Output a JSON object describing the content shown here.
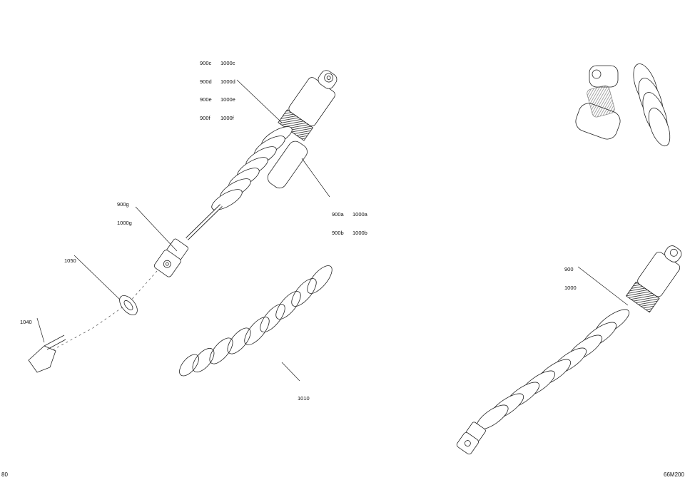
{
  "callouts": {
    "top_group_col1": [
      "900c",
      "900d",
      "900e",
      "900f"
    ],
    "top_group_col2": [
      "1000c",
      "1000d",
      "1000e",
      "1000f"
    ],
    "spring_group_col1": [
      "900a",
      "900b"
    ],
    "spring_group_col2": [
      "1000a",
      "1000b"
    ],
    "eyelet_group": [
      "900g",
      "1000g"
    ],
    "washer": "1050",
    "bolt": "1040",
    "spring": "1010",
    "assembled_shock": [
      "900",
      "1000"
    ]
  },
  "footer": {
    "page_left": "80",
    "figure_code": "66M200"
  },
  "colors": {
    "line": "#222222",
    "hatch": "#333333",
    "background": "#ffffff"
  }
}
